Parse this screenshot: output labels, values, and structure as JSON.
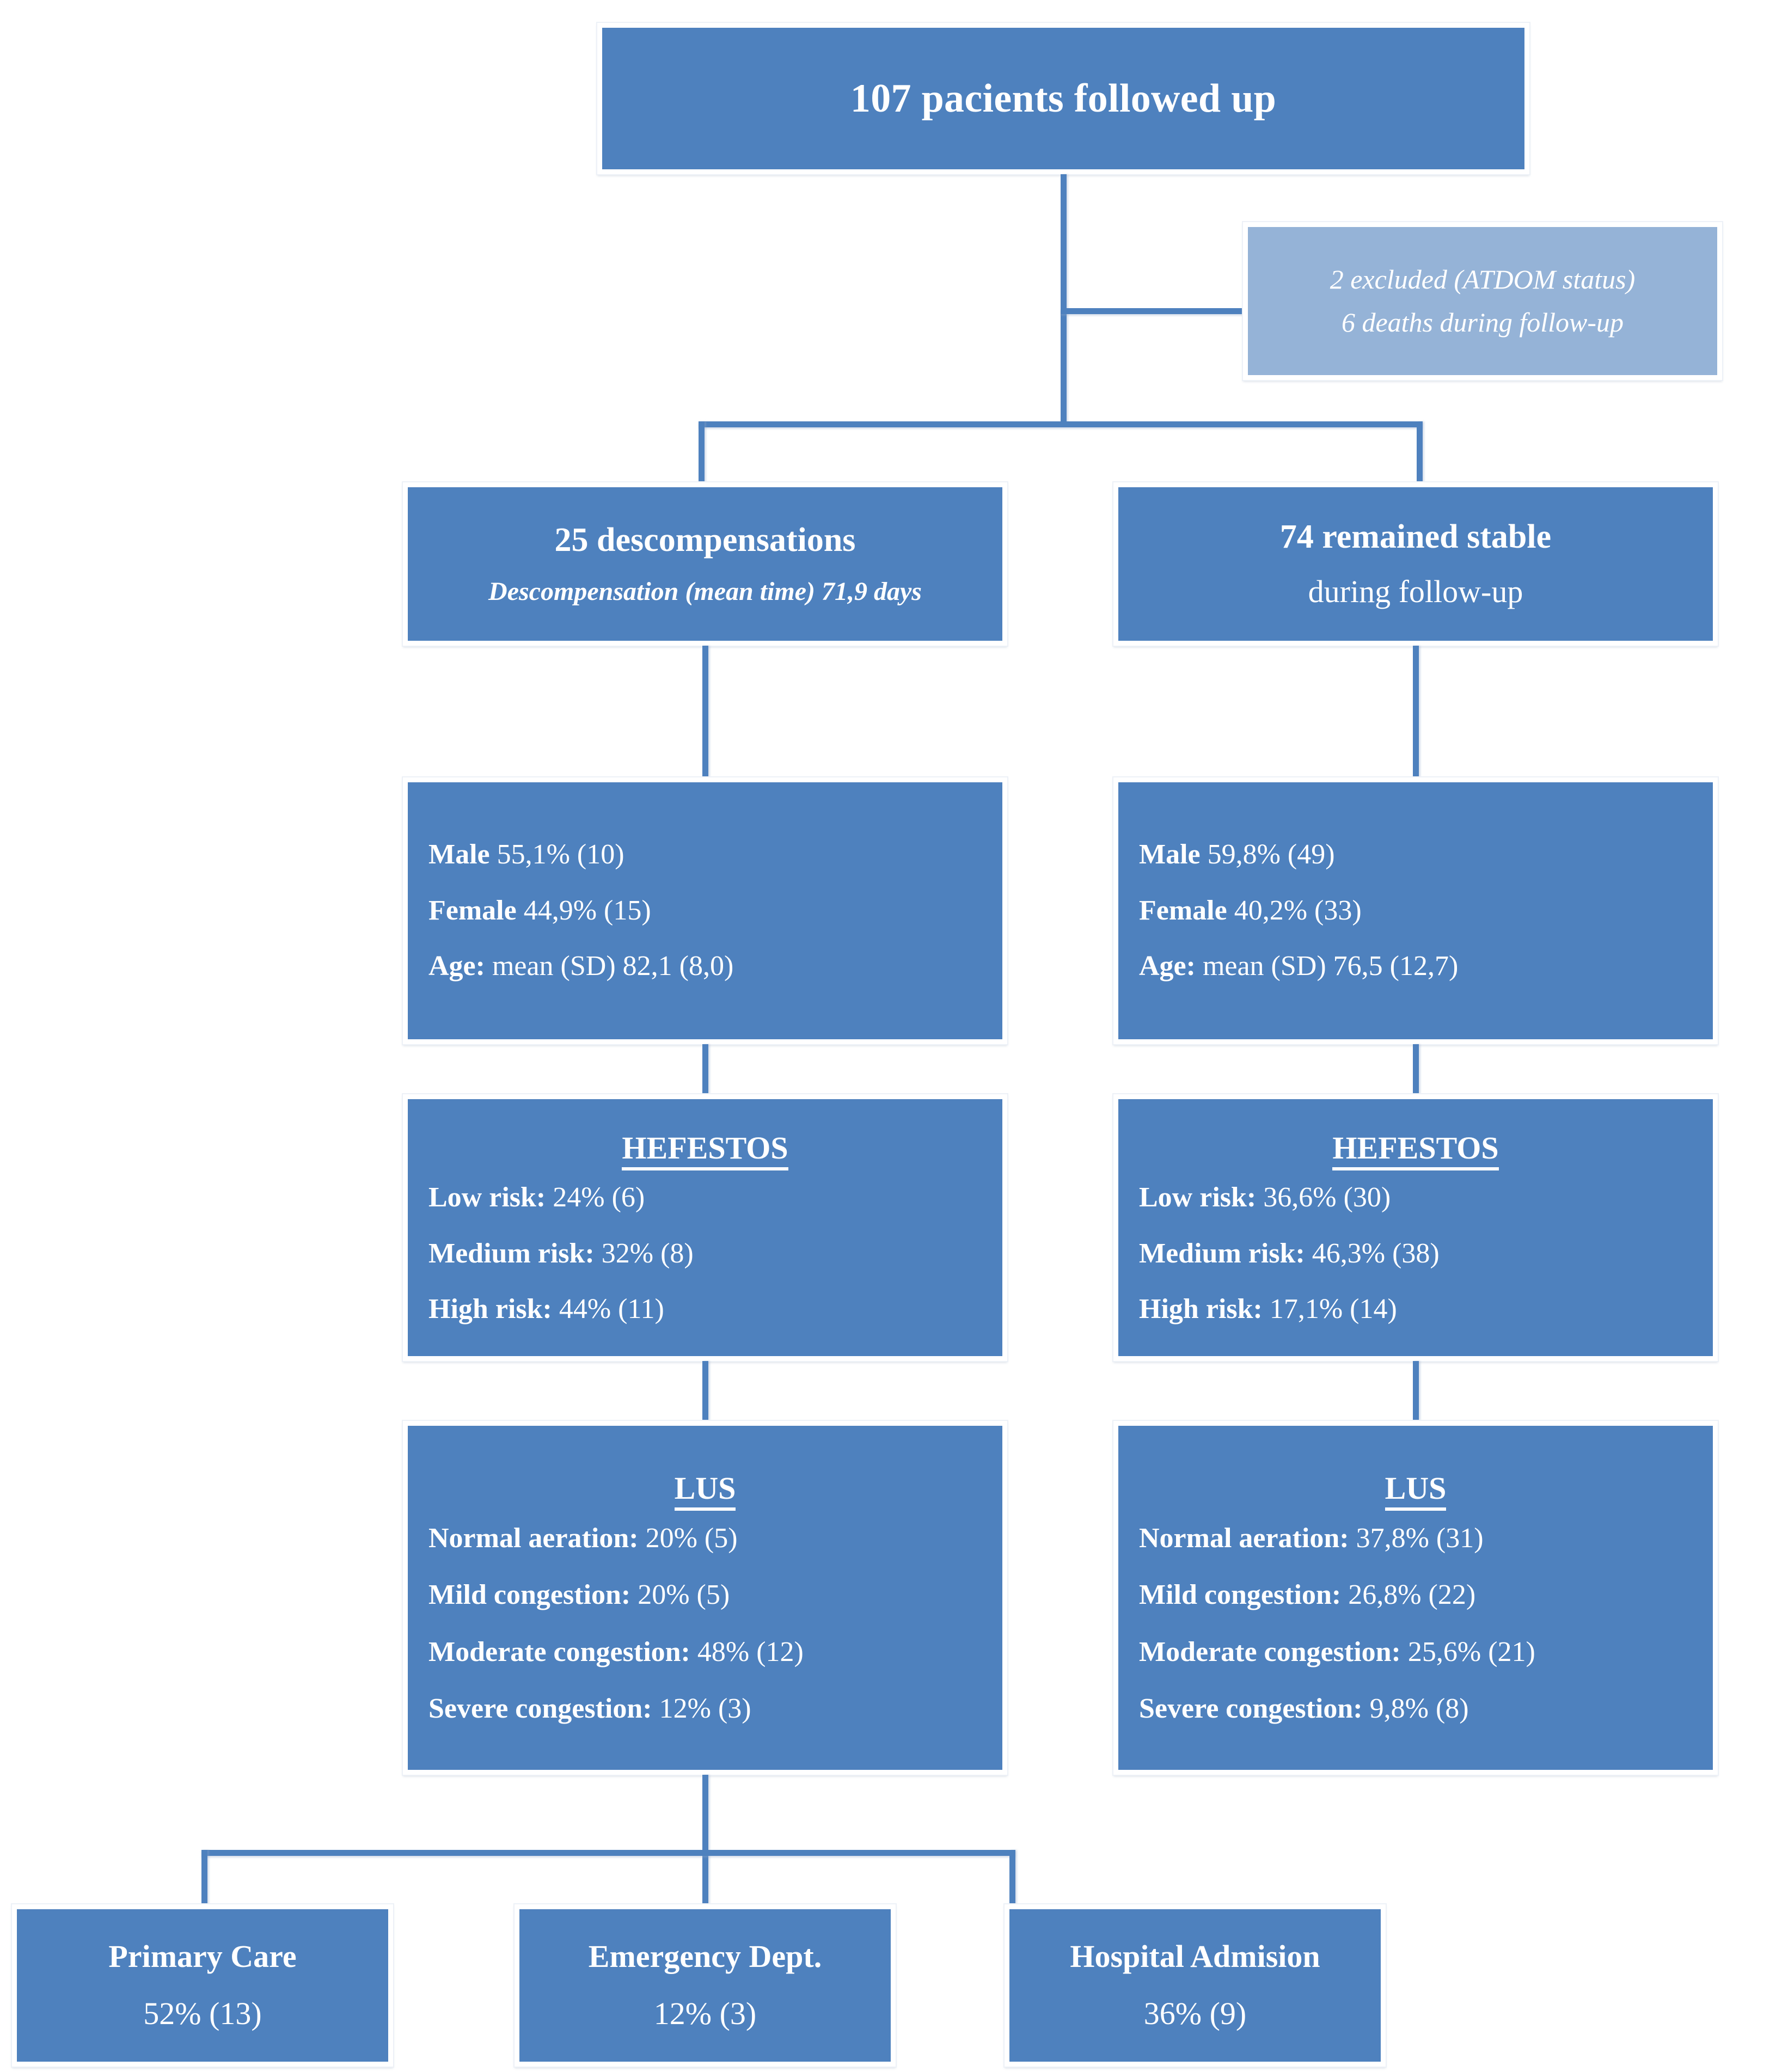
{
  "colors": {
    "box_primary": "#4E81BE",
    "box_secondary": "#95B3D7",
    "connector": "#4E81BE",
    "text": "#FFFFFF",
    "background": "#FFFFFF"
  },
  "root": {
    "title": "107 pacients followed up"
  },
  "exclusions": {
    "line1": "2 excluded (ATDOM status)",
    "line2": "6 deaths during follow-up"
  },
  "branches": {
    "left": {
      "title": "25 descompensations",
      "subtitle": "Descompensation (mean time) 71,9 days",
      "demographics": {
        "male_label": "Male",
        "male_value": "55,1% (10)",
        "female_label": "Female",
        "female_value": "44,9% (15)",
        "age_label": "Age:",
        "age_value": "mean (SD) 82,1 (8,0)"
      },
      "hefestos": {
        "heading": "HEFESTOS",
        "low_label": "Low risk:",
        "low_value": "24% (6)",
        "medium_label": "Medium risk:",
        "medium_value": "32% (8)",
        "high_label": "High risk:",
        "high_value": "44% (11)"
      },
      "lus": {
        "heading": "LUS",
        "normal_label": "Normal aeration:",
        "normal_value": "20% (5)",
        "mild_label": "Mild congestion:",
        "mild_value": "20% (5)",
        "moderate_label": "Moderate congestion:",
        "moderate_value": "48% (12)",
        "severe_label": "Severe congestion:",
        "severe_value": "12% (3)"
      }
    },
    "right": {
      "title": "74 remained stable",
      "subtitle": "during follow-up",
      "demographics": {
        "male_label": "Male",
        "male_value": "59,8% (49)",
        "female_label": "Female",
        "female_value": "40,2% (33)",
        "age_label": "Age:",
        "age_value": "mean (SD) 76,5 (12,7)"
      },
      "hefestos": {
        "heading": "HEFESTOS",
        "low_label": "Low risk:",
        "low_value": "36,6% (30)",
        "medium_label": "Medium risk:",
        "medium_value": "46,3% (38)",
        "high_label": "High risk:",
        "high_value": "17,1% (14)"
      },
      "lus": {
        "heading": "LUS",
        "normal_label": "Normal aeration:",
        "normal_value": "37,8% (31)",
        "mild_label": "Mild congestion:",
        "mild_value": "26,8% (22)",
        "moderate_label": "Moderate congestion:",
        "moderate_value": "25,6% (21)",
        "severe_label": "Severe congestion:",
        "severe_value": "9,8% (8)"
      }
    }
  },
  "outcomes": [
    {
      "title": "Primary Care",
      "value": "52% (13)"
    },
    {
      "title": "Emergency Dept.",
      "value": "12% (3)"
    },
    {
      "title": "Hospital Admision",
      "value": "36% (9)"
    }
  ]
}
